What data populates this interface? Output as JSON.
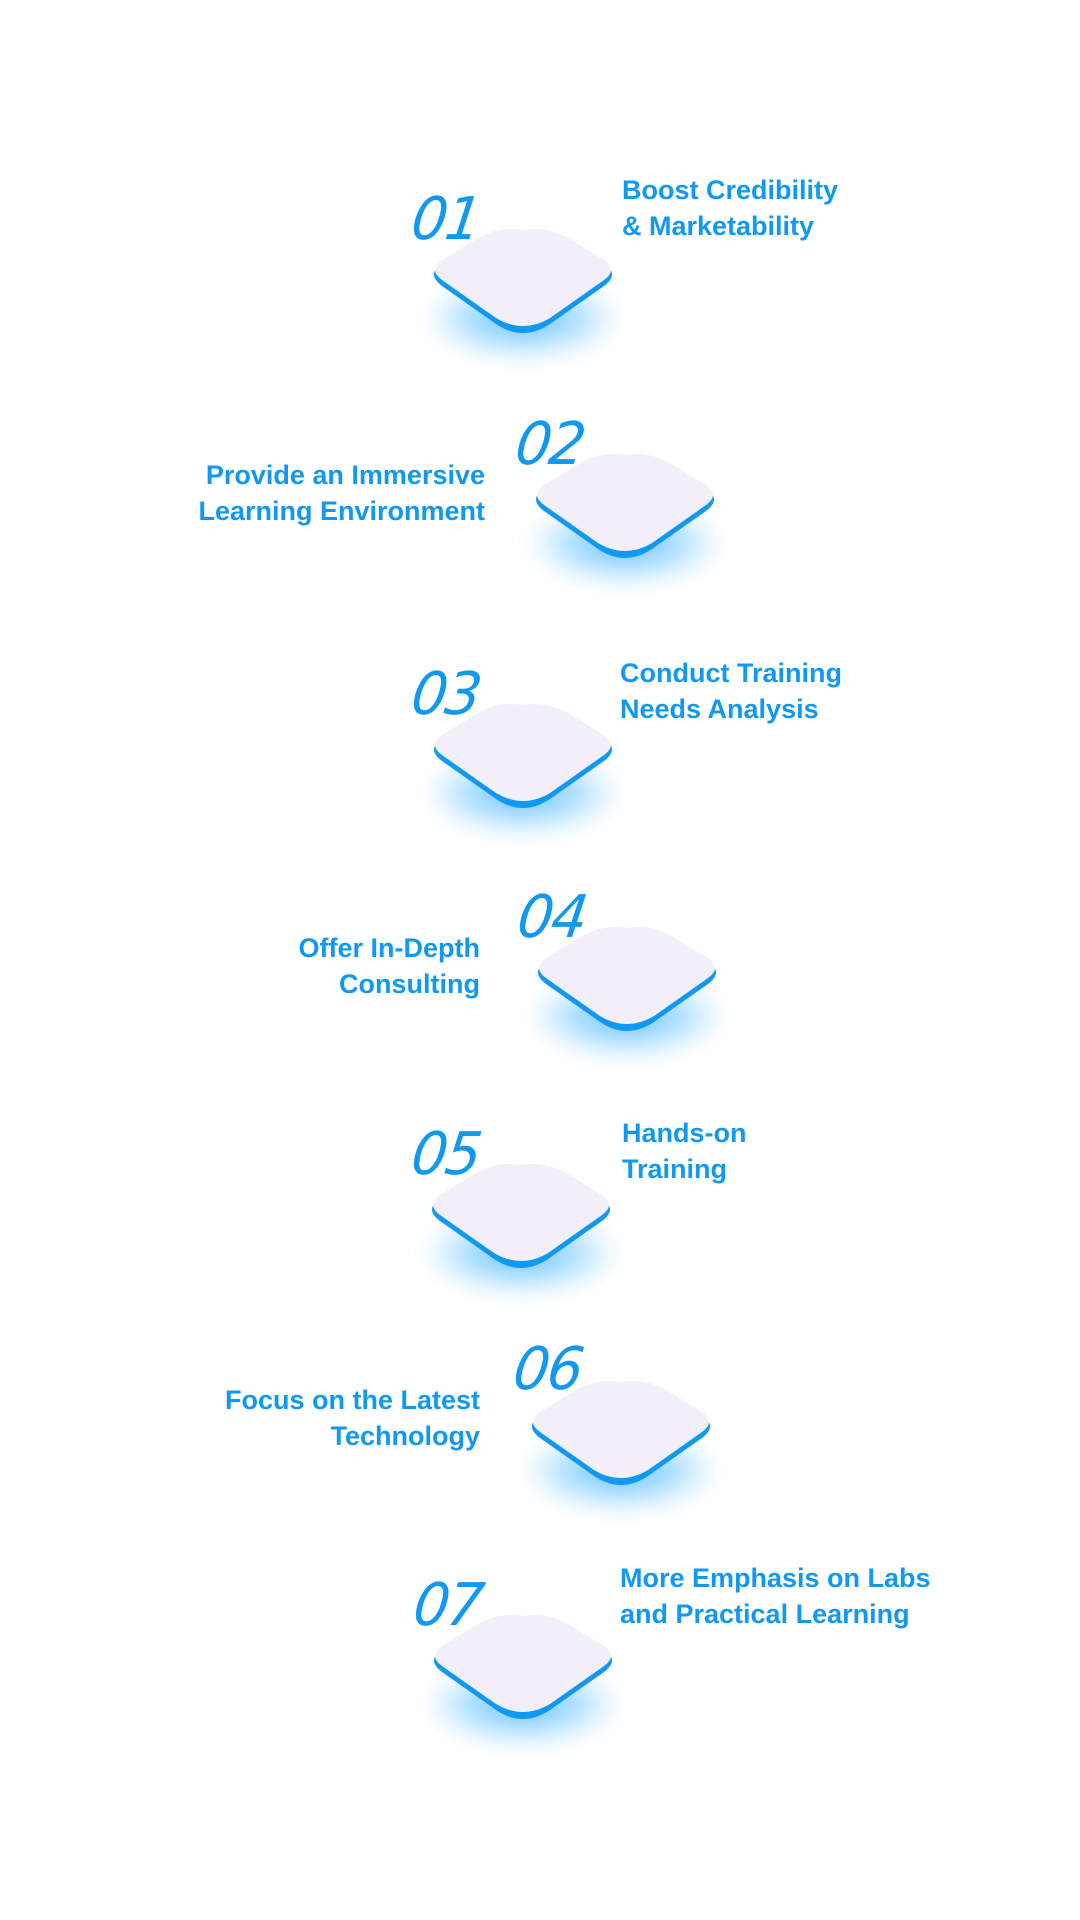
{
  "colors": {
    "accent": "#1199f2",
    "tile_face": "#f3eff8",
    "background": "#ffffff"
  },
  "steps": [
    {
      "number": "01",
      "line1": "Boost Credibility",
      "line2": "& Marketability"
    },
    {
      "number": "02",
      "line1": "Provide an Immersive",
      "line2": "Learning Environment"
    },
    {
      "number": "03",
      "line1": "Conduct Training",
      "line2": "Needs Analysis"
    },
    {
      "number": "04",
      "line1": "Offer In-Depth",
      "line2": "Consulting"
    },
    {
      "number": "05",
      "line1": "Hands-on",
      "line2": "Training"
    },
    {
      "number": "06",
      "line1": "Focus on the Latest",
      "line2": "Technology"
    },
    {
      "number": "07",
      "line1": "More Emphasis on Labs",
      "line2": "and Practical Learning"
    }
  ]
}
